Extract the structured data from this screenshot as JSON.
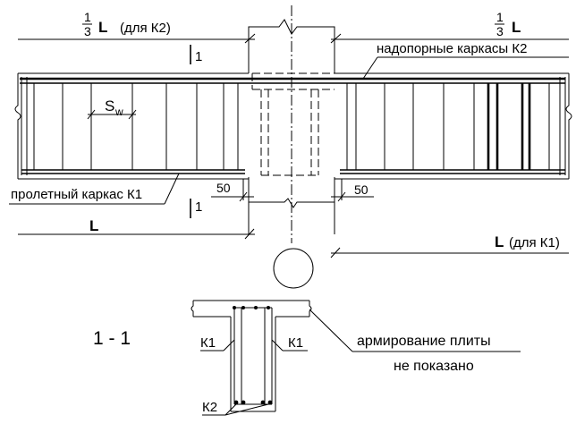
{
  "labels": {
    "fraction_num": "1",
    "fraction_den": "3",
    "L": "L",
    "for_k2": "(для К2)",
    "for_k1": "(для К1)",
    "section_mark": "1",
    "sw_main": "S",
    "sw_sub": "w",
    "support_cages": "надопорные каркасы К2",
    "span_cage": "пролетный каркас К1",
    "dim_50": "50",
    "section_title": "1 - 1",
    "k1": "К1",
    "k2": "К2",
    "slab_note_line1": "армирование плиты",
    "slab_note_line2": "не показано"
  }
}
